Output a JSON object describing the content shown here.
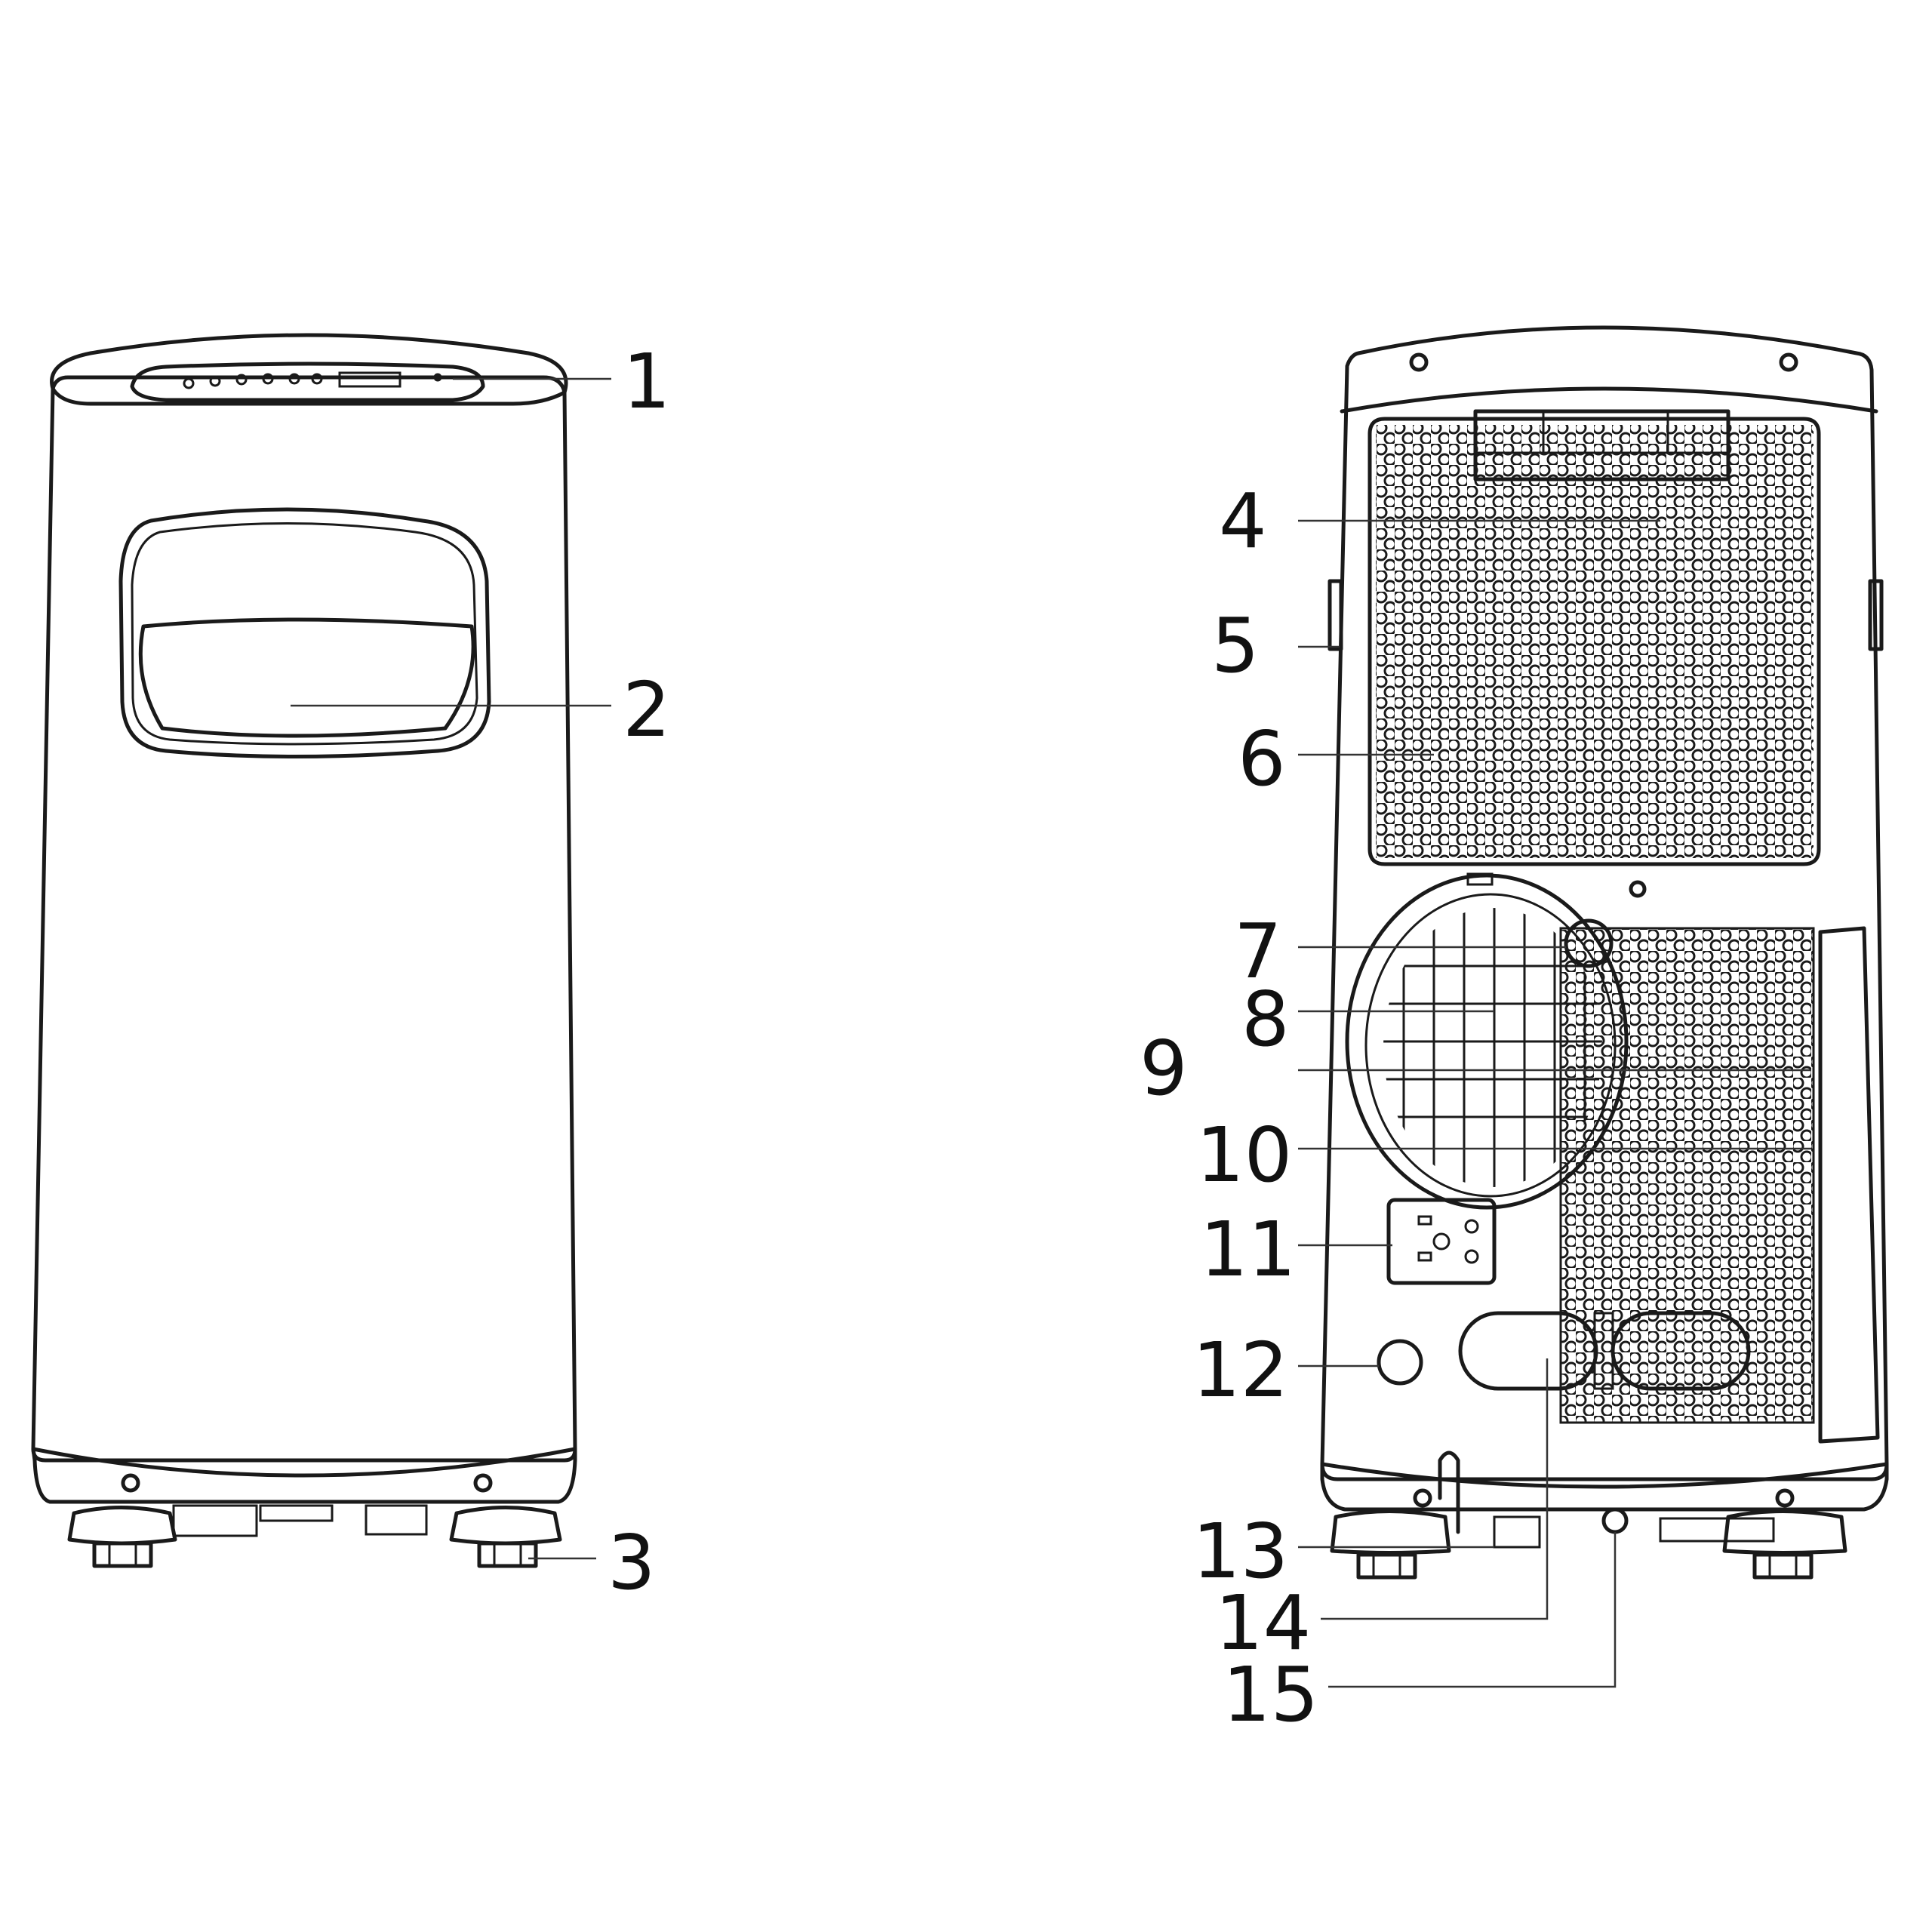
{
  "callouts": [
    {
      "id": "1",
      "label": "1"
    },
    {
      "id": "2",
      "label": "2"
    },
    {
      "id": "3",
      "label": "3"
    },
    {
      "id": "4",
      "label": "4"
    },
    {
      "id": "5",
      "label": "5"
    },
    {
      "id": "6",
      "label": "6"
    },
    {
      "id": "7",
      "label": "7"
    },
    {
      "id": "8",
      "label": "8"
    },
    {
      "id": "9",
      "label": "9"
    },
    {
      "id": "10",
      "label": "10"
    },
    {
      "id": "11",
      "label": "11"
    },
    {
      "id": "12",
      "label": "12"
    },
    {
      "id": "13",
      "label": "13"
    },
    {
      "id": "14",
      "label": "14"
    },
    {
      "id": "15",
      "label": "15"
    }
  ],
  "colors": {
    "line": "#1a1a1a",
    "background": "#ffffff"
  }
}
